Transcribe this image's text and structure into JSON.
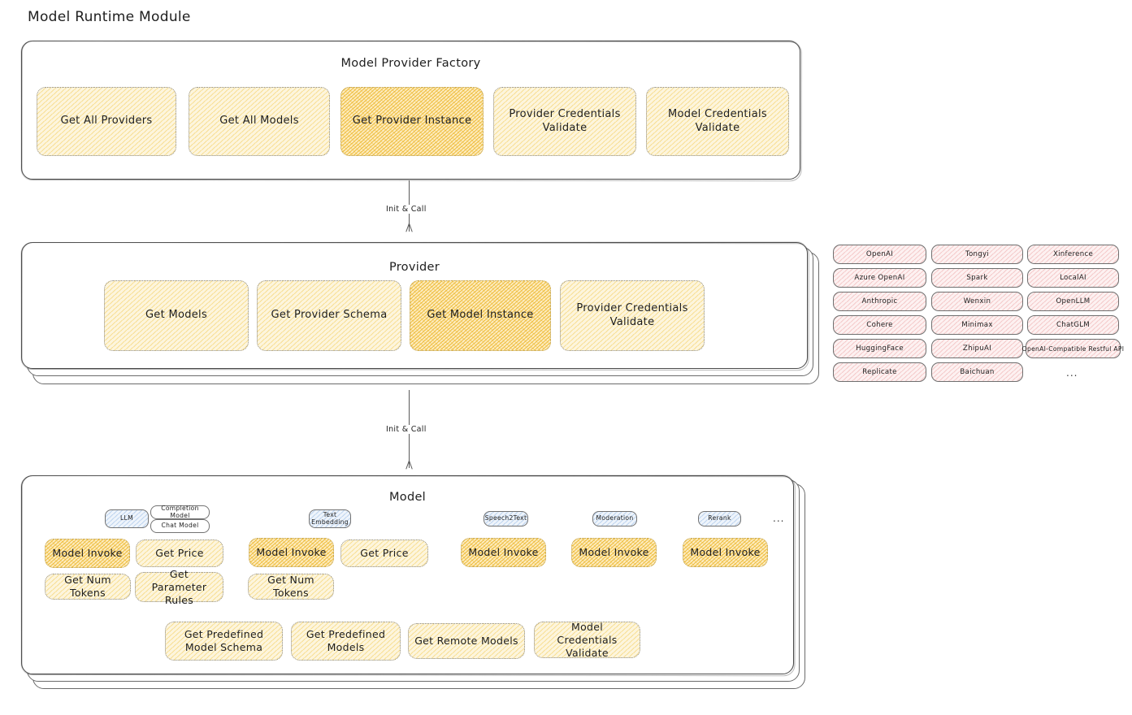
{
  "title": "Model Runtime Module",
  "sections": {
    "factory": {
      "title": "Model Provider Factory",
      "nodes": [
        {
          "label": "Get All Providers",
          "highlighted": false
        },
        {
          "label": "Get All Models",
          "highlighted": false
        },
        {
          "label": "Get Provider Instance",
          "highlighted": true
        },
        {
          "label": "Provider Credentials Validate",
          "highlighted": false
        },
        {
          "label": "Model Credentials Validate",
          "highlighted": false
        }
      ]
    },
    "provider": {
      "title": "Provider",
      "nodes": [
        {
          "label": "Get Models",
          "highlighted": false
        },
        {
          "label": "Get Provider Schema",
          "highlighted": false
        },
        {
          "label": "Get Model Instance",
          "highlighted": true
        },
        {
          "label": "Provider Credentials Validate",
          "highlighted": false
        }
      ]
    },
    "model": {
      "title": "Model",
      "types": [
        {
          "tag": "LLM",
          "subtags": [
            "Completion Model",
            "Chat Model"
          ],
          "nodes": [
            {
              "label": "Model Invoke",
              "highlighted": true
            },
            {
              "label": "Get Price",
              "highlighted": false
            },
            {
              "label": "Get Num Tokens",
              "highlighted": false
            },
            {
              "label": "Get Parameter Rules",
              "highlighted": false
            }
          ]
        },
        {
          "tag": "Text\nEmbedding",
          "subtags": [],
          "nodes": [
            {
              "label": "Model Invoke",
              "highlighted": true
            },
            {
              "label": "Get Price",
              "highlighted": false
            },
            {
              "label": "Get Num Tokens",
              "highlighted": false
            }
          ]
        },
        {
          "tag": "Speech2Text",
          "subtags": [],
          "nodes": [
            {
              "label": "Model Invoke",
              "highlighted": true
            }
          ]
        },
        {
          "tag": "Moderation",
          "subtags": [],
          "nodes": [
            {
              "label": "Model Invoke",
              "highlighted": true
            }
          ]
        },
        {
          "tag": "Rerank",
          "subtags": [],
          "nodes": [
            {
              "label": "Model Invoke",
              "highlighted": true
            }
          ]
        }
      ],
      "more": "...",
      "common_nodes": [
        {
          "label": "Get Predefined Model Schema"
        },
        {
          "label": "Get Predefined Models"
        },
        {
          "label": "Get Remote Models"
        },
        {
          "label": "Model Credentials Validate"
        }
      ]
    }
  },
  "arrows": [
    {
      "label": "Init & Call"
    },
    {
      "label": "Init & Call"
    }
  ],
  "provider_list": {
    "columns": [
      [
        "OpenAI",
        "Azure OpenAI",
        "Anthropic",
        "Cohere",
        "HuggingFace",
        "Replicate"
      ],
      [
        "Tongyi",
        "Spark",
        "Wenxin",
        "Minimax",
        "ZhipuAI",
        "Baichuan"
      ],
      [
        "Xinference",
        "LocalAI",
        "OpenLLM",
        "ChatGLM",
        "OpenAI-Compatible Restful API"
      ]
    ],
    "more": "..."
  },
  "colors": {
    "node_fill": "#fdf5dd",
    "node_fill_highlight": "#fdecc0",
    "hatch_yellow": "#f0c43e",
    "hatch_pink": "#e27878",
    "hatch_blue": "#508cd2",
    "stroke": "#1e1e1e",
    "background": "#ffffff"
  }
}
